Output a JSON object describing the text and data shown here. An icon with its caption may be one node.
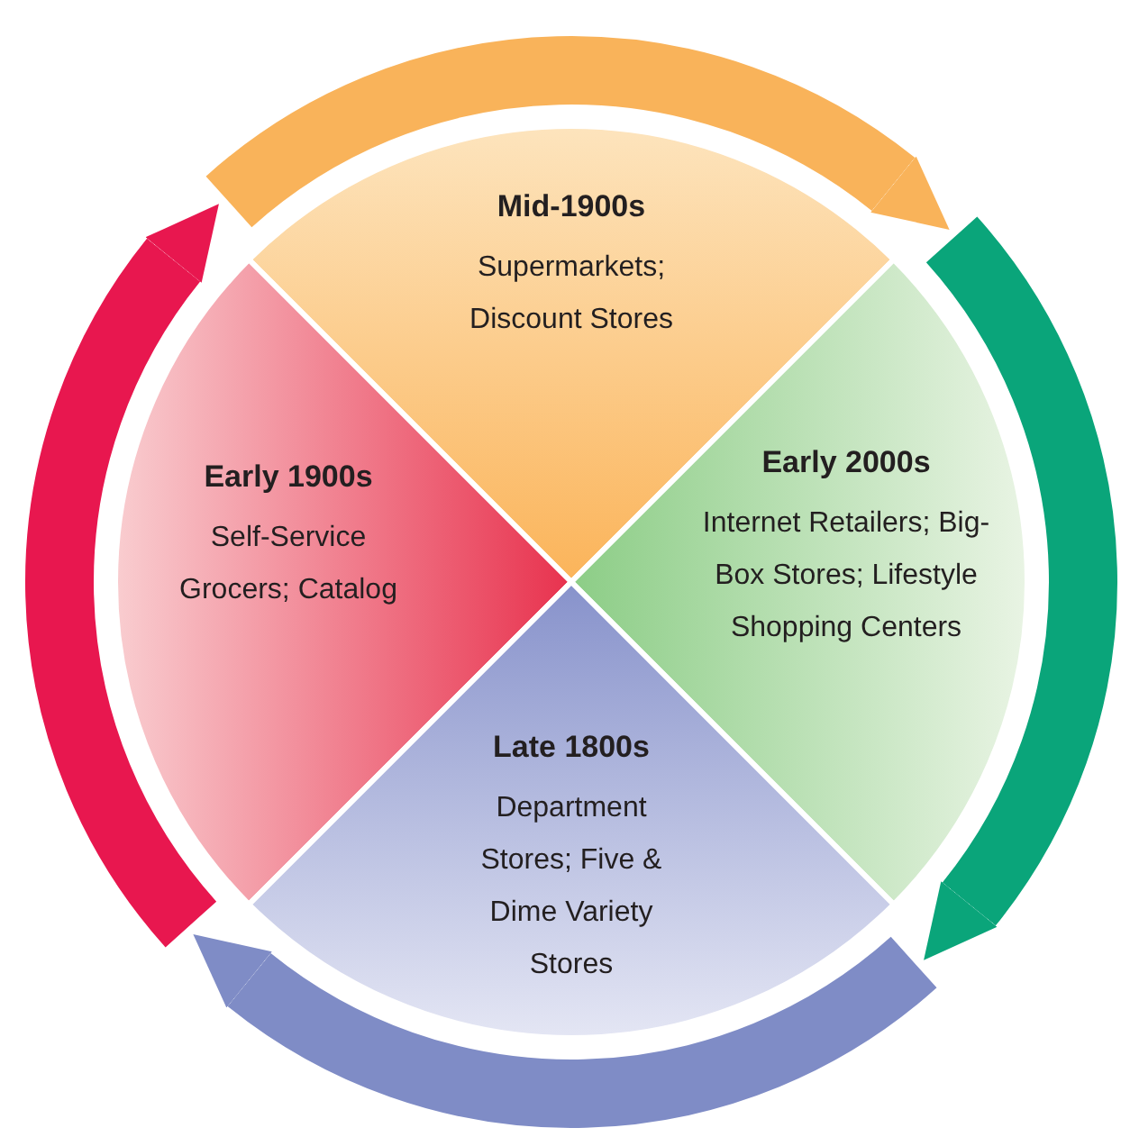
{
  "diagram": {
    "nodes": [
      {
        "text": [
          "Mid-1900s",
          "Supermarkets; Discount Stores"
        ]
      },
      {
        "text": [
          "Early 1900s",
          "Self-Service Grocers; Catalog"
        ]
      },
      {
        "text": [
          "Early 2000s",
          "Internet Retailers; Big-Box Stores; Lifestyle Shopping Centers"
        ]
      },
      {
        "text": [
          "Late 1800s",
          "Department Stores; Five & Dime Variety Stores"
        ]
      }
    ]
  }
}
